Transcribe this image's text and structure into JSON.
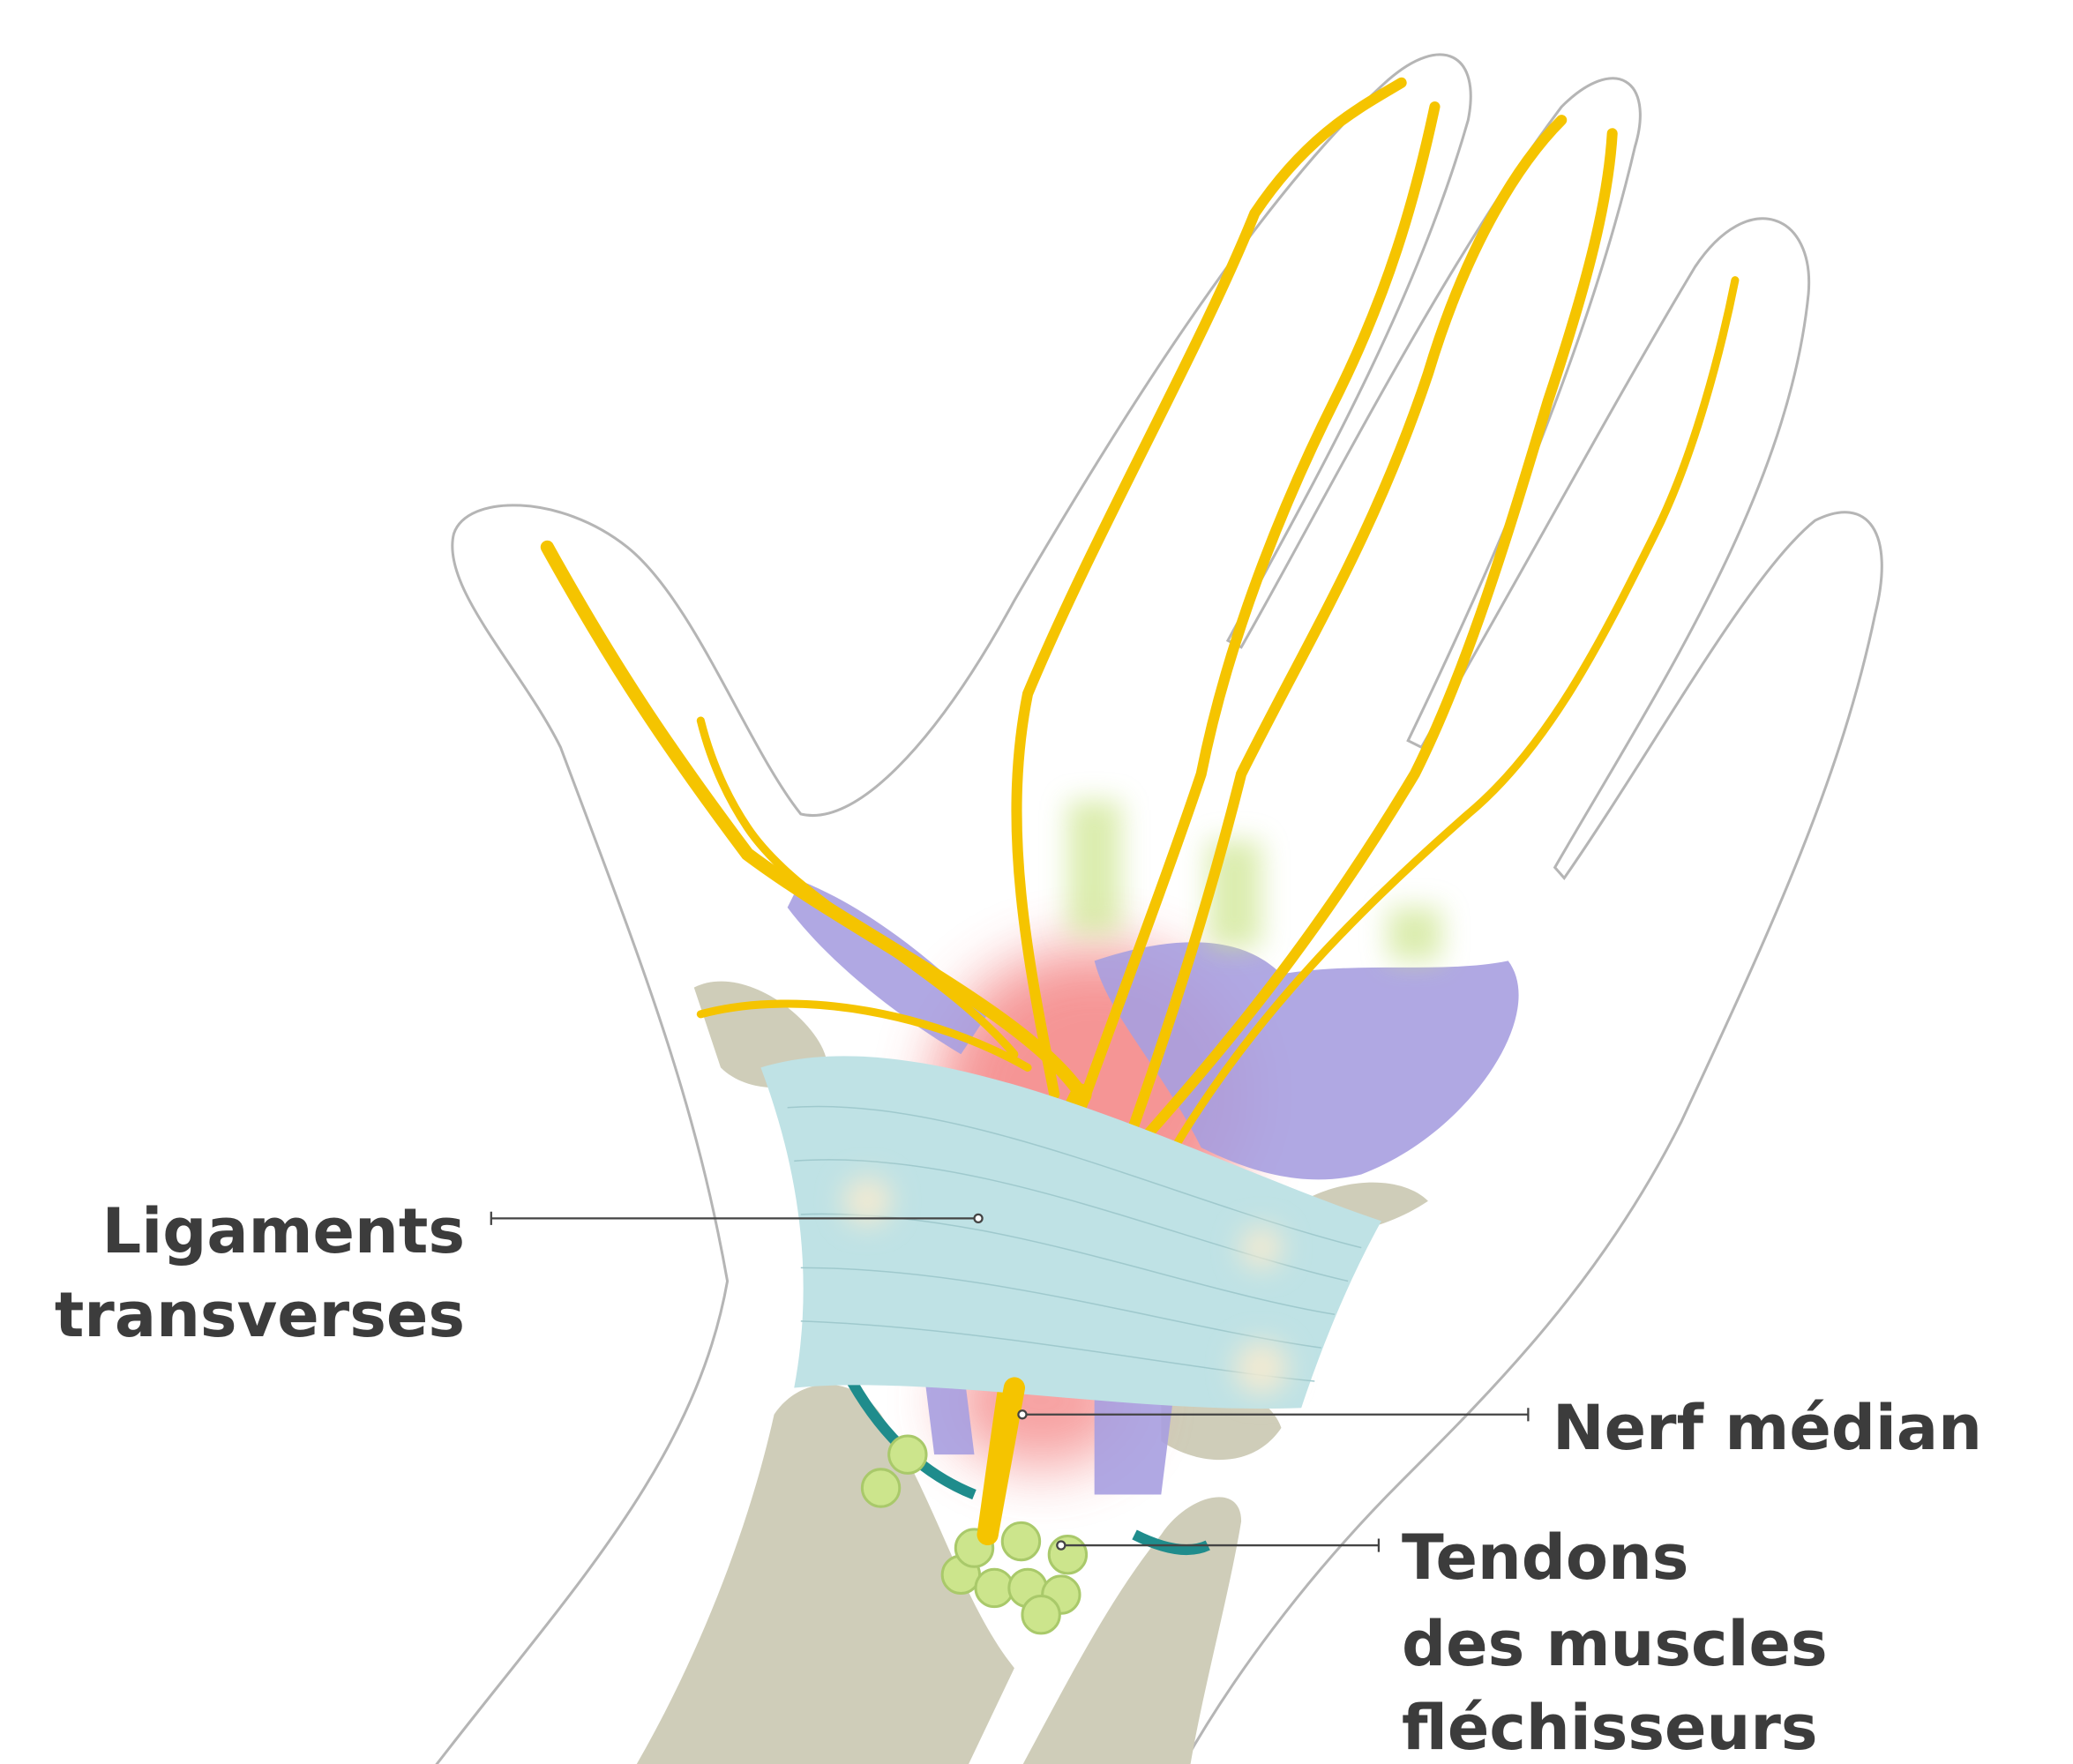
{
  "labels": {
    "ligaments": [
      "Ligaments",
      "transverses"
    ],
    "nerve": "Nerf médian",
    "tendons": [
      "Tendons",
      "des muscles",
      "fléchisseurs"
    ]
  },
  "colors": {
    "outline": "#b5b5b5",
    "bone": "#cfcdb9",
    "nerve": "#f5c400",
    "muscle": "#a79fe0",
    "inflammation": "#f48a8a",
    "ligament": "#bfe2e5",
    "tendon": "#cce58c",
    "vessel": "#1f8c8c",
    "text": "#3c3c3c"
  }
}
